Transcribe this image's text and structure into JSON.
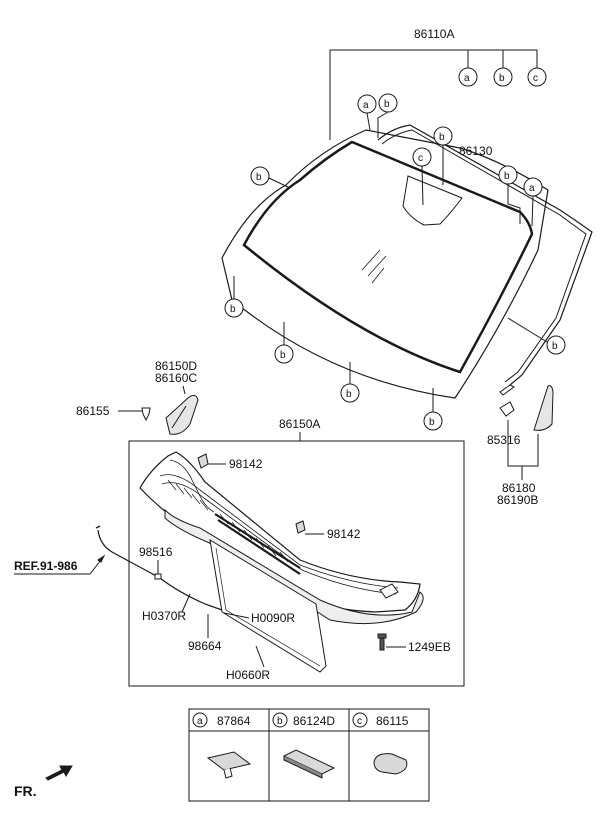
{
  "labels": {
    "assembly": "86110A",
    "top_molding": "86130",
    "cowl_assembly": "86150A",
    "bracket_upper": "86150D",
    "bracket_lower": "86160C",
    "fastener_clip": "86155",
    "clip_right": "85316",
    "side_cover_upper": "86180",
    "side_cover_lower": "86190B",
    "grommet_top": "98142",
    "grommet_mid": "98142",
    "hose": "98516",
    "hose_clip_a": "H0370R",
    "hose_clip_b": "H0090R",
    "nozzle": "98664",
    "seal": "H0660R",
    "screw": "1249EB",
    "ref": "REF.91-986",
    "front": "FR."
  },
  "callouts": {
    "a": "a",
    "b": "b",
    "c": "c"
  },
  "legend": [
    {
      "letter": "a",
      "part": "87864"
    },
    {
      "letter": "b",
      "part": "86124D"
    },
    {
      "letter": "c",
      "part": "86115"
    }
  ],
  "colors": {
    "line": "#1a1a1a",
    "fill": "#ffffff",
    "shade": "#d9d9d9",
    "dark": "#555555"
  }
}
